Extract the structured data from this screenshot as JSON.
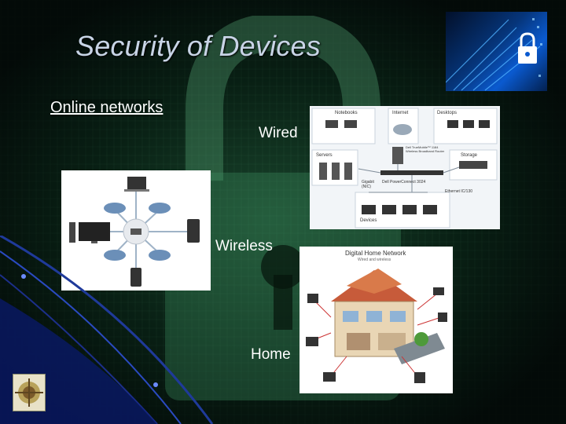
{
  "slide": {
    "title": "Security of Devices",
    "subheading": "Online networks",
    "labels": {
      "wired": "Wired",
      "wireless": "Wireless",
      "home": "Home"
    }
  },
  "wired_diagram": {
    "notebooks": "Notebooks",
    "internet": "Internet",
    "desktops": "Desktops",
    "router": "Dell TrueMobile™ 1184 Wireless Broadband Router",
    "servers": "Servers",
    "storage": "Storage",
    "gigabit": "Gigabit (NIC)",
    "switch": "Dell PowerConnect 3024",
    "ethernet": "Ethernet IC/130",
    "devices": "Devices"
  },
  "home_diagram": {
    "title": "Digital Home Network",
    "subtitle": "Wired and wireless"
  },
  "colors": {
    "title": "#c8d4e6",
    "text": "#ffffff",
    "accent_blue": "#0a5ad0"
  }
}
